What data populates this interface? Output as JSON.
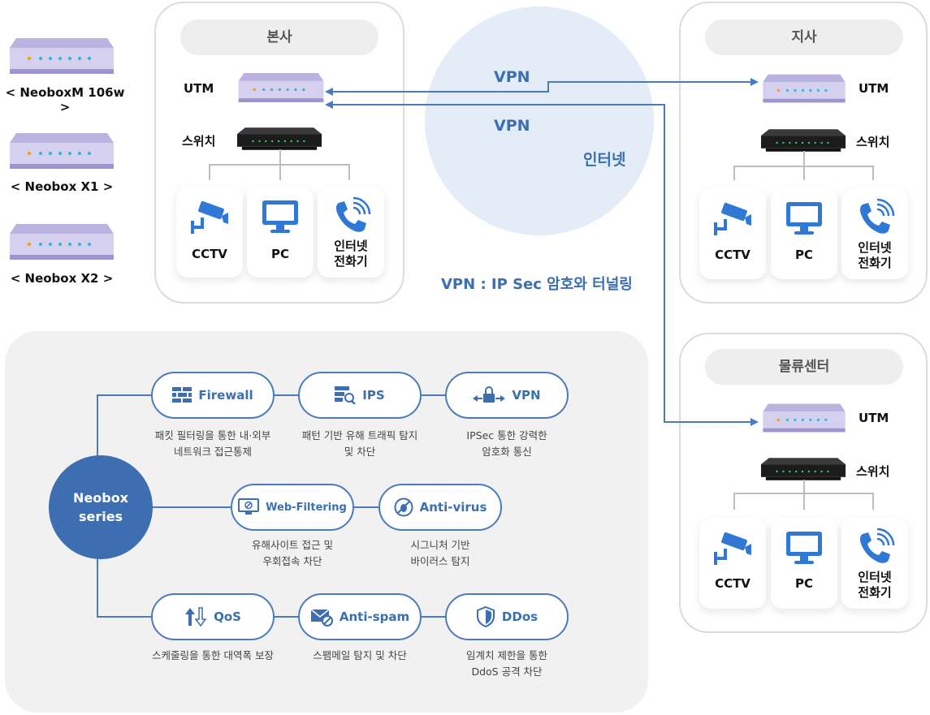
{
  "products": [
    {
      "label": "< NeoboxM 106w >"
    },
    {
      "label": "< Neobox X1 >"
    },
    {
      "label": "< Neobox X2 >"
    }
  ],
  "sites": {
    "hq": {
      "title": "본사",
      "utm": "UTM",
      "switch": "스위치",
      "cctv": "CCTV",
      "pc": "PC",
      "phone_line1": "인터넷",
      "phone_line2": "전화기"
    },
    "branch": {
      "title": "지사",
      "utm": "UTM",
      "switch": "스위치",
      "cctv": "CCTV",
      "pc": "PC",
      "phone_line1": "인터넷",
      "phone_line2": "전화기"
    },
    "logistics": {
      "title": "물류센터",
      "utm": "UTM",
      "switch": "스위치",
      "cctv": "CCTV",
      "pc": "PC",
      "phone_line1": "인터넷",
      "phone_line2": "전화기"
    }
  },
  "internet": {
    "vpn_top": "VPN",
    "vpn_bottom": "VPN",
    "label": "인터넷",
    "caption": "VPN : IP Sec 암호와 터널링"
  },
  "features": {
    "hub_line1": "Neobox",
    "hub_line2": "series",
    "items": [
      {
        "name": "Firewall",
        "icon": "brick-wall-icon",
        "desc1": "패킷 필터링을 통한 내·외부",
        "desc2": "네트워크 접근통제"
      },
      {
        "name": "IPS",
        "icon": "server-search-icon",
        "desc1": "패턴 기반 유해 트래픽 탐지",
        "desc2": "및 차단"
      },
      {
        "name": "VPN",
        "icon": "lock-arrows-icon",
        "desc1": "IPSec 통한 강력한",
        "desc2": "암호화 통신"
      },
      {
        "name": "Web-Filtering",
        "icon": "monitor-block-icon",
        "desc1": "유해사이트 접근 및",
        "desc2": "우회접속 차단"
      },
      {
        "name": "Anti-virus",
        "icon": "bug-block-icon",
        "desc1": "시그니처 기반",
        "desc2": "바이러스 탐지"
      },
      {
        "name": "QoS",
        "icon": "up-down-arrows-icon",
        "desc1": "스케줄링을 통한 대역폭 보장",
        "desc2": ""
      },
      {
        "name": "Anti-spam",
        "icon": "mail-block-icon",
        "desc1": "스팸메일 탐지 및 차단",
        "desc2": ""
      },
      {
        "name": "DDos",
        "icon": "shield-icon",
        "desc1": "임계치 제한을 통한",
        "desc2": "DdoS 공격 차단"
      }
    ]
  },
  "colors": {
    "accent": "#3d6eb2",
    "line": "#4a7bbd",
    "panel": "#f1f1f1",
    "cloud": "#e3ecf7"
  }
}
